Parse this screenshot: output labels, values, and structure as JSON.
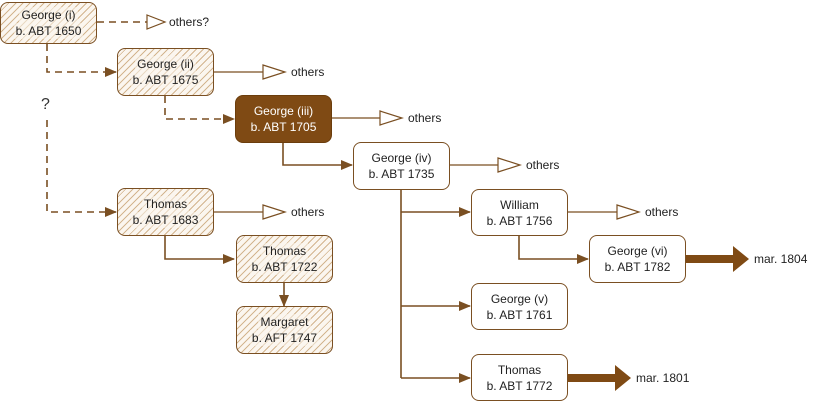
{
  "colors": {
    "line": "#7a4f22",
    "solid_fill": "#7f4a14",
    "hatch": "#d3b58f"
  },
  "people": {
    "george_i": {
      "name": "George (i)",
      "born": "b. ABT 1650"
    },
    "george_ii": {
      "name": "George (ii)",
      "born": "b. ABT 1675"
    },
    "george_iii": {
      "name": "George (iii)",
      "born": "b. ABT 1705"
    },
    "george_iv": {
      "name": "George (iv)",
      "born": "b. ABT 1735"
    },
    "thomas_1683": {
      "name": "Thomas",
      "born": "b. ABT 1683"
    },
    "thomas_1722": {
      "name": "Thomas",
      "born": "b. ABT 1722"
    },
    "margaret": {
      "name": "Margaret",
      "born": "b. AFT 1747"
    },
    "william": {
      "name": "William",
      "born": "b. ABT 1756"
    },
    "george_vi": {
      "name": "George (vi)",
      "born": "b. ABT 1782"
    },
    "george_v": {
      "name": "George (v)",
      "born": "b. ABT 1761"
    },
    "thomas_1772": {
      "name": "Thomas",
      "born": "b. ABT 1772"
    }
  },
  "labels": {
    "others_q": "others?",
    "others": "others",
    "unknown": "?",
    "mar_1804": "mar. 1804",
    "mar_1801": "mar. 1801"
  }
}
